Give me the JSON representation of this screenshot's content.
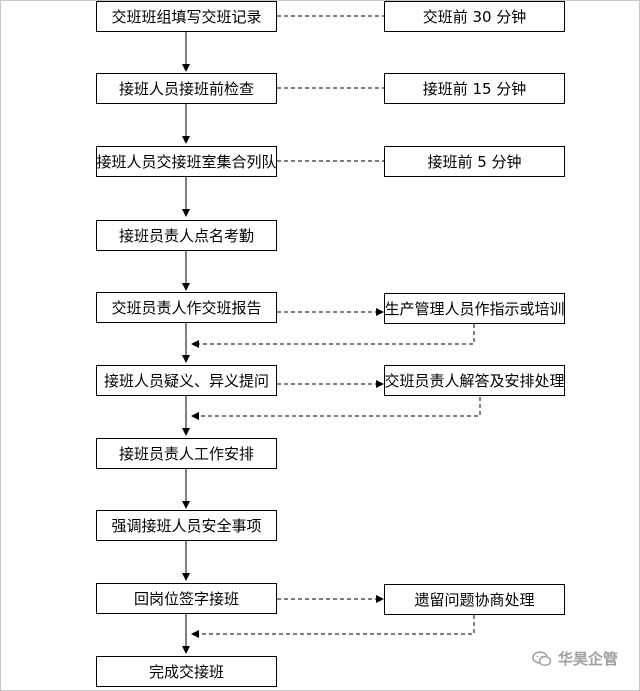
{
  "main_steps": [
    "交班班组填写交班记录",
    "接班人员接班前检查",
    "接班人员交接班室集合列队",
    "接班员责人点名考勤",
    "交班员责人作交班报告",
    "接班人员疑义、异义提问",
    "接班员责人工作安排",
    "强调接班人员安全事项",
    "回岗位签字接班",
    "完成交接班"
  ],
  "side_notes": {
    "n0": "交班前 30 分钟",
    "n1": "接班前 15 分钟",
    "n2": "接班前 5 分钟",
    "n4": "生产管理人员作指示或培训",
    "n5": "交班员责人解答及安排处理",
    "n8": "遗留问题协商处理"
  },
  "watermark": {
    "text": "华昊企管",
    "icon": "wechat-icon"
  },
  "colors": {
    "line": "#000000",
    "watermark": "#a0a0a0"
  }
}
